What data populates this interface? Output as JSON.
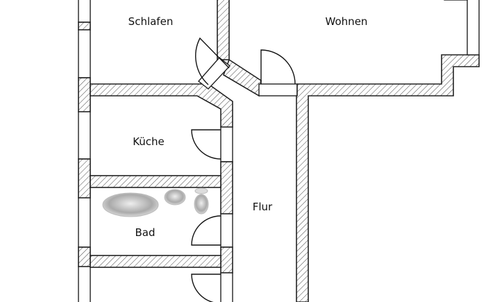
{
  "rooms": {
    "schlafen": "Schlafen",
    "wohnen": "Wohnen",
    "kueche": "Küche",
    "bad": "Bad",
    "flur": "Flur"
  },
  "colors": {
    "wall_line": "#222222",
    "background": "#ffffff"
  }
}
